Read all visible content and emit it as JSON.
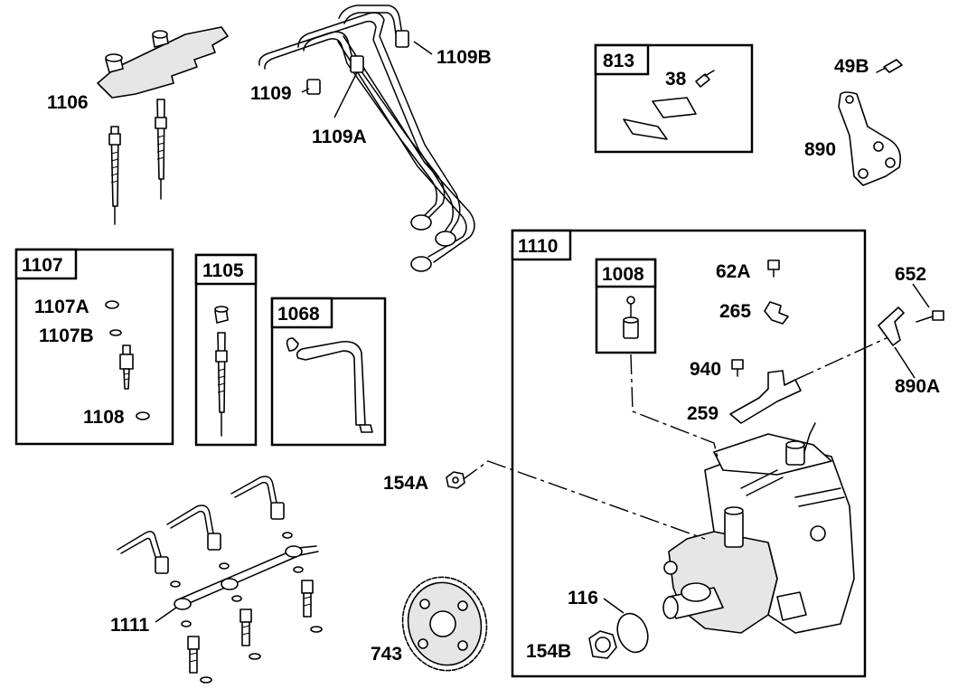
{
  "labels": {
    "p1106": "1106",
    "p1109": "1109",
    "p1109A": "1109A",
    "p1109B": "1109B",
    "p813": "813",
    "p38": "38",
    "p49B": "49B",
    "p890": "890",
    "p1107": "1107",
    "p1107A": "1107A",
    "p1107B": "1107B",
    "p1108": "1108",
    "p1105": "1105",
    "p1068": "1068",
    "p1110": "1110",
    "p1008": "1008",
    "p62A": "62A",
    "p265": "265",
    "p940": "940",
    "p259": "259",
    "p652": "652",
    "p890A": "890A",
    "p154A": "154A",
    "p116": "116",
    "p154B": "154B",
    "p743": "743",
    "p1111": "1111"
  }
}
